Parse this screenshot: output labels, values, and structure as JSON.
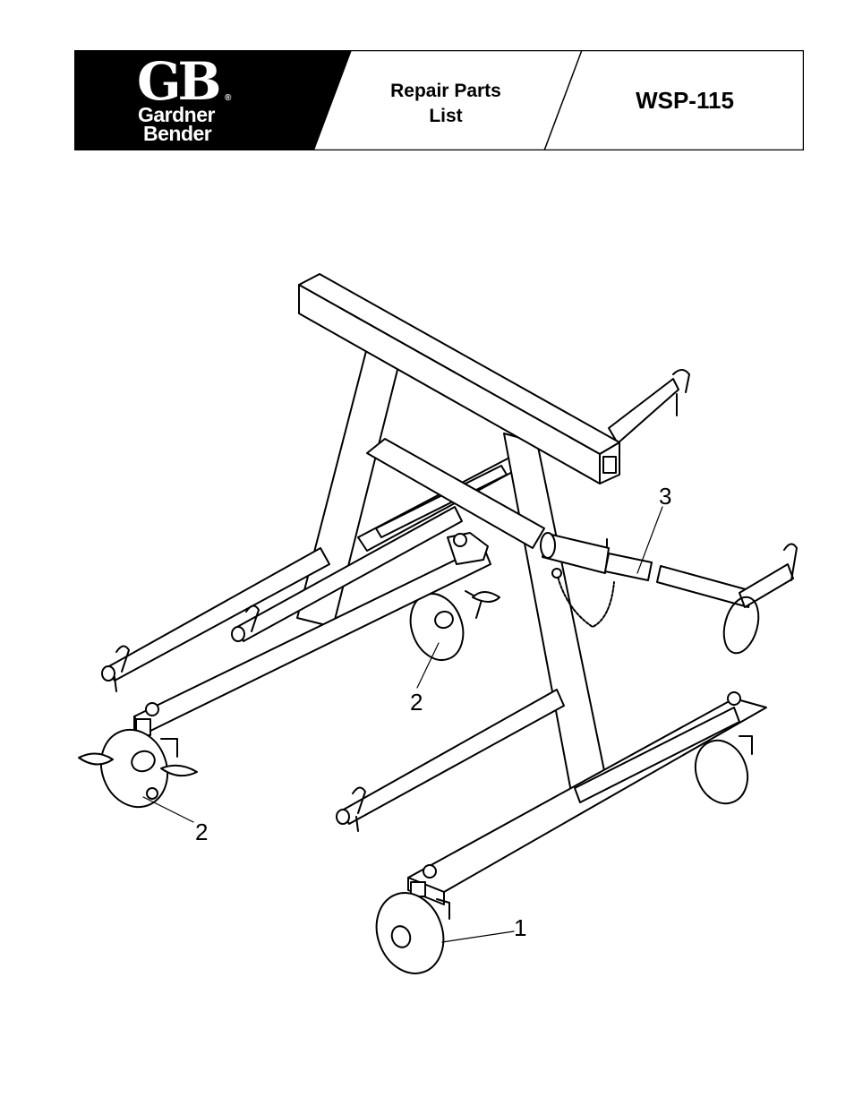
{
  "header": {
    "logo": {
      "monogram": "GB",
      "registered": "®",
      "line1": "Gardner",
      "line2": "Bender"
    },
    "title_line1": "Repair Parts",
    "title_line2": "List",
    "model": "WSP-115"
  },
  "callouts": {
    "c1": "1",
    "c2a": "2",
    "c2b": "2",
    "c3": "3"
  }
}
